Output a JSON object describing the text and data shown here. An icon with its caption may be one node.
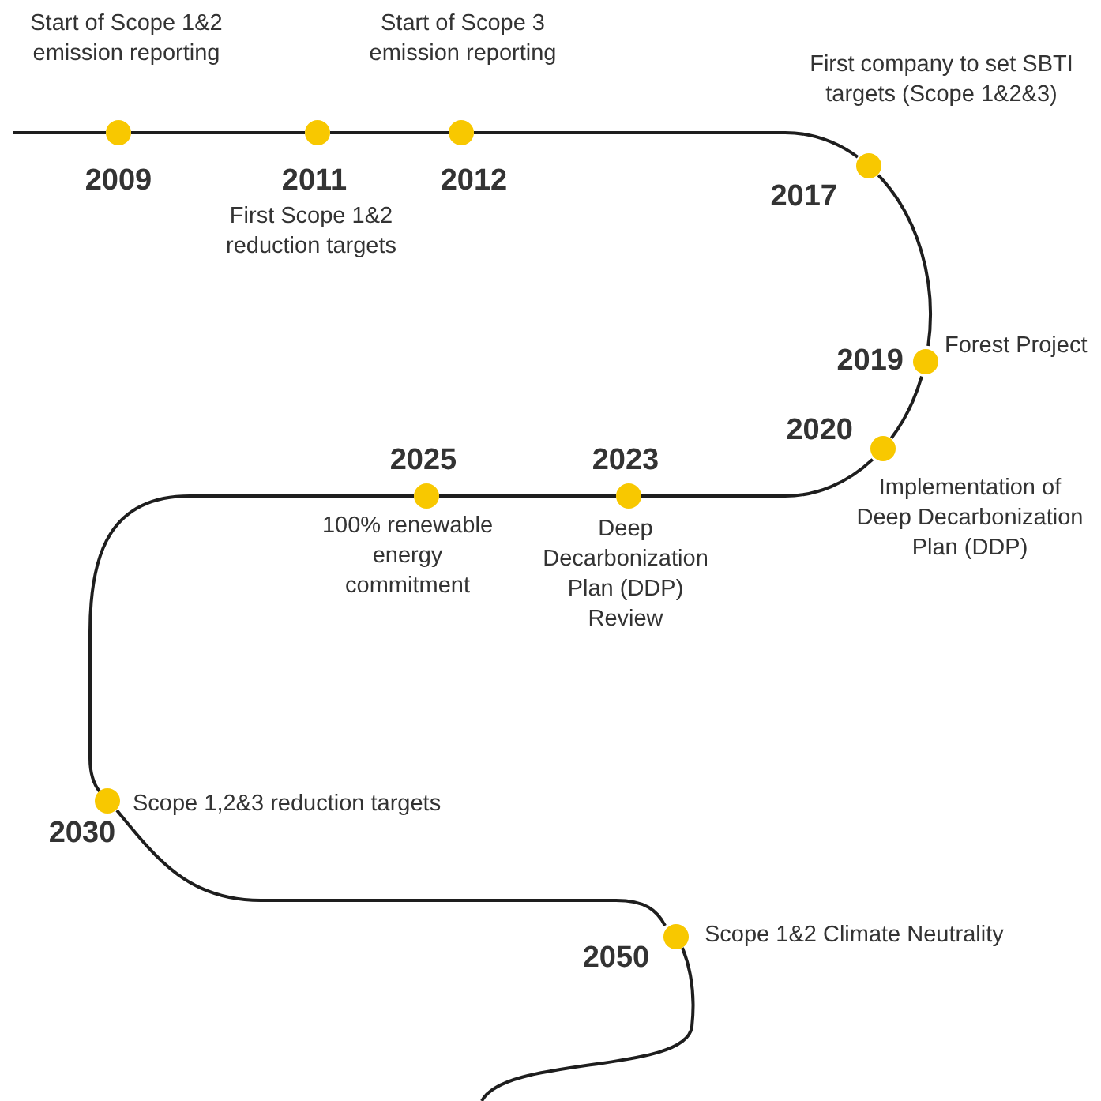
{
  "diagram": {
    "nodes": [
      {
        "text": [],
        "shape": "circle",
        "beside": [
          "2009",
          "Start of Scope 1&2 emission reporting"
        ]
      },
      {
        "text": [],
        "shape": "circle",
        "beside": [
          "2011",
          "First Scope 1&2 reduction targets"
        ]
      },
      {
        "text": [],
        "shape": "circle",
        "beside": [
          "2012",
          "Start of Scope 3 emission reporting"
        ]
      },
      {
        "text": [],
        "shape": "circle",
        "beside": [
          "2017",
          "First company to set SBTI targets (Scope 1&2&3)"
        ]
      },
      {
        "text": [],
        "shape": "circle",
        "beside": [
          "2019",
          "Forest Project"
        ]
      },
      {
        "text": [],
        "shape": "circle",
        "beside": [
          "2020",
          "Implementation of Deep Decarbonization Plan (DDP)"
        ]
      },
      {
        "text": [],
        "shape": "circle",
        "beside": [
          "2023",
          "Deep Decarbonization Plan (DDP) Review"
        ]
      },
      {
        "text": [],
        "shape": "circle",
        "beside": [
          "2025",
          "100% renewable energy commitment"
        ]
      },
      {
        "text": [],
        "shape": "circle",
        "beside": [
          "2030",
          "Scope 1,2&3 reduction targets"
        ]
      },
      {
        "text": [],
        "shape": "circle",
        "beside": [
          "2050",
          "Scope 1&2 Climate Neutrality"
        ]
      }
    ],
    "edges": [
      {
        "from": null,
        "to": 0,
        "arrow": "none"
      },
      {
        "from": 0,
        "to": 1,
        "arrow": "none"
      },
      {
        "from": 1,
        "to": 2,
        "arrow": "none"
      },
      {
        "from": 2,
        "to": 3,
        "arrow": "none"
      },
      {
        "from": 3,
        "to": 4,
        "arrow": "none"
      },
      {
        "from": 4,
        "to": 5,
        "arrow": "none"
      },
      {
        "from": 5,
        "to": 6,
        "arrow": "none"
      },
      {
        "from": 6,
        "to": 7,
        "arrow": "none"
      },
      {
        "from": 7,
        "to": 8,
        "arrow": "none"
      },
      {
        "from": 8,
        "to": 9,
        "arrow": "none"
      },
      {
        "from": 9,
        "to": null,
        "arrow": "none"
      }
    ]
  }
}
